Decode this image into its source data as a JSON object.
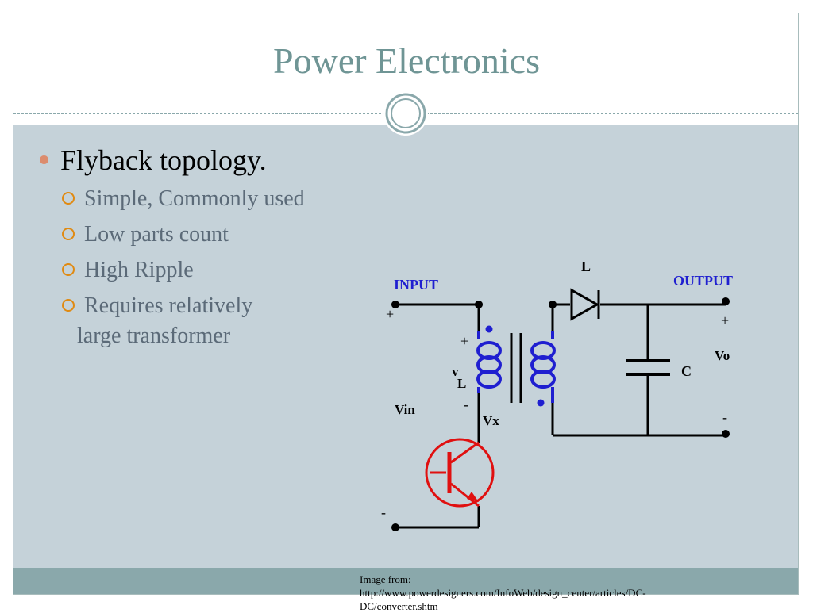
{
  "slide": {
    "title": "Power Electronics",
    "bullet": "Flyback topology.",
    "sub_items": [
      "Simple, Commonly used",
      "Low parts count",
      "High Ripple",
      "Requires relatively"
    ],
    "continuation": "large transformer",
    "caption_line1": "Image from:",
    "caption_line2": "http://www.powerdesigners.com/InfoWeb/design_center/articles/DC-",
    "caption_line3": "DC/converter.shtm"
  },
  "diagram": {
    "labels": {
      "input": "INPUT",
      "output": "OUTPUT",
      "inductor": "L",
      "capacitor": "C",
      "vo": "Vo",
      "vin": "Vin",
      "vx": "Vx",
      "vl_v": "v",
      "vl_sub": "L",
      "plus": "+",
      "minus": "-"
    },
    "colors": {
      "wire": "#000000",
      "coil": "#1f1fd0",
      "transistor": "#e01010",
      "label_blue": "#1f1fd0"
    }
  }
}
